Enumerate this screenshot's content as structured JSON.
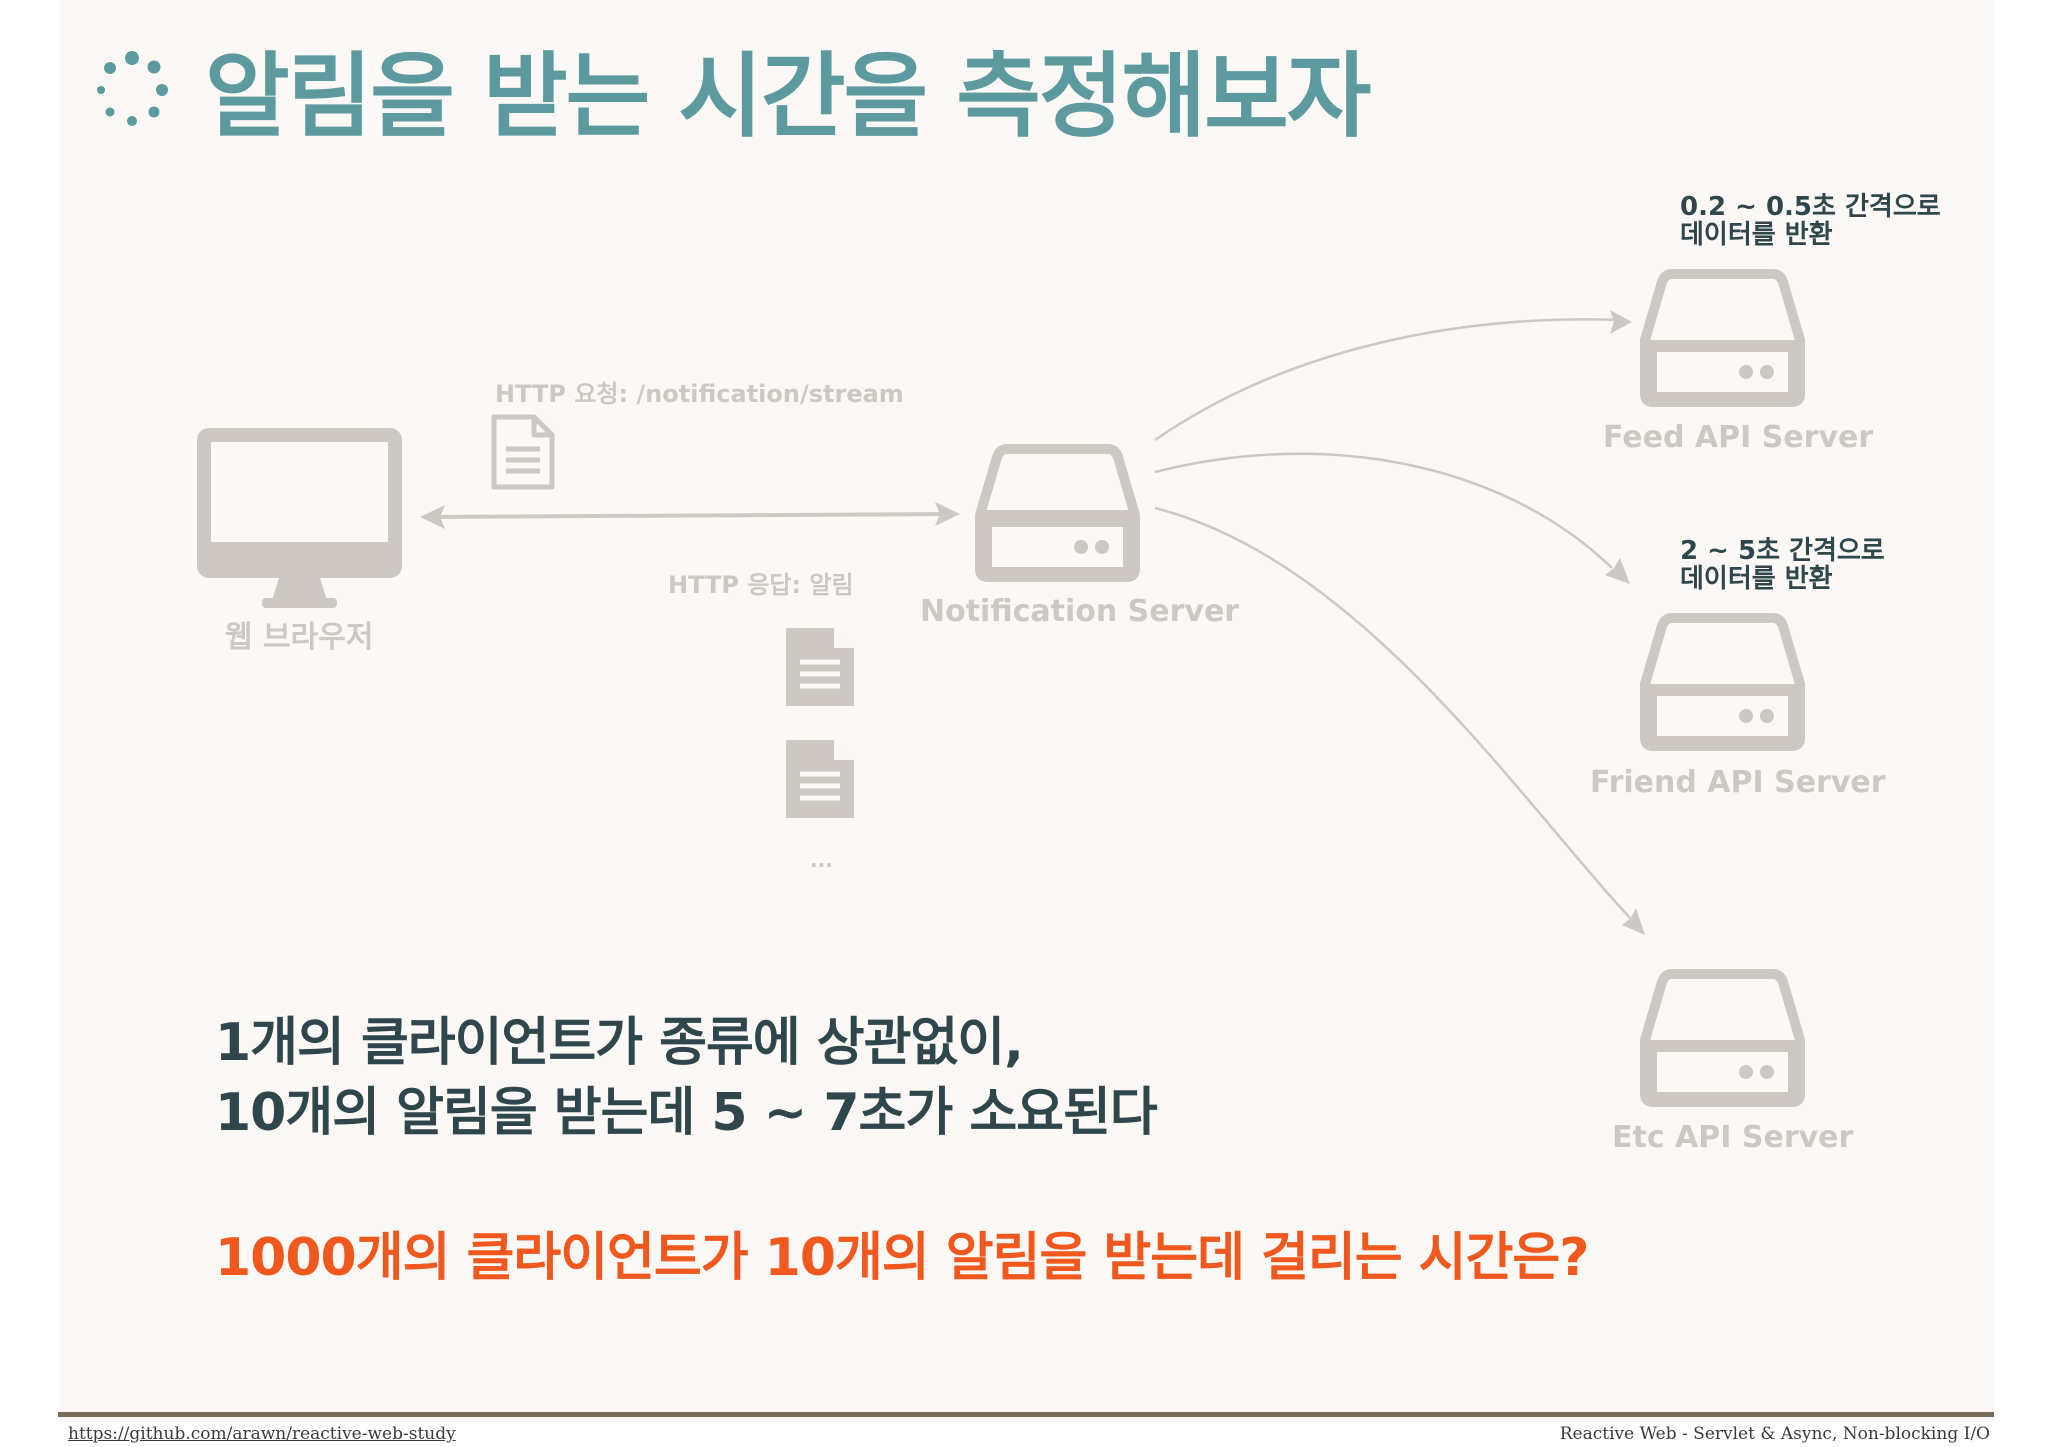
{
  "title": "알림을 받는 시간을 측정해보자",
  "icons": {
    "title_icon": "loading-spinner-icon",
    "browser": "monitor-icon",
    "server": "server-drive-icon",
    "document": "document-icon"
  },
  "colors": {
    "title": "#5c9aa0",
    "node_gray": "#cdc8c2",
    "dark_text": "#2f464d",
    "accent_orange": "#f0581e"
  },
  "diagram": {
    "browser_label": "웹 브라우저",
    "request_label": "HTTP 요청: /notification/stream",
    "response_label": "HTTP 응답: 알림",
    "response_ellipsis": "...",
    "notification_server_label": "Notification Server",
    "feed_server_label": "Feed API Server",
    "feed_note_line1": "0.2 ~ 0.5초 간격으로",
    "feed_note_line2": "데이터를 반환",
    "friend_server_label": "Friend API Server",
    "friend_note_line1": "2 ~ 5초 간격으로",
    "friend_note_line2": "데이터를 반환",
    "etc_server_label": "Etc API Server"
  },
  "message": {
    "line1": "1개의 클라이언트가 종류에 상관없이,",
    "line2": "10개의 알림을 받는데 5 ~ 7초가 소요된다",
    "question": "1000개의 클라이언트가 10개의 알림을 받는데 걸리는 시간은?"
  },
  "footer": {
    "link": "https://github.com/arawn/reactive-web-study",
    "caption": "Reactive Web - Servlet & Async, Non-blocking I/O"
  }
}
